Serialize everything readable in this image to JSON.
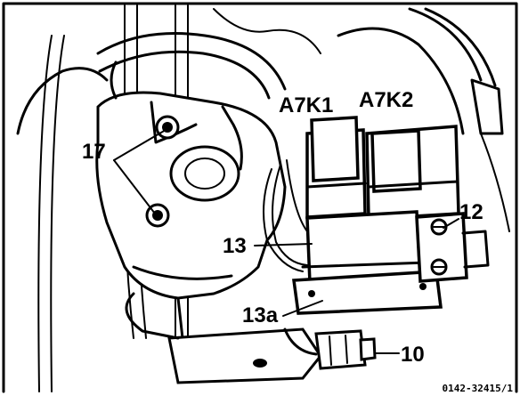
{
  "figure": {
    "labels": {
      "relay_1": "A7K1",
      "relay_2": "A7K2",
      "bolt": "17",
      "clamp": "12",
      "module": "13",
      "module_bracket": "13a",
      "sensor": "10"
    },
    "caption": "0142-32415/1"
  }
}
